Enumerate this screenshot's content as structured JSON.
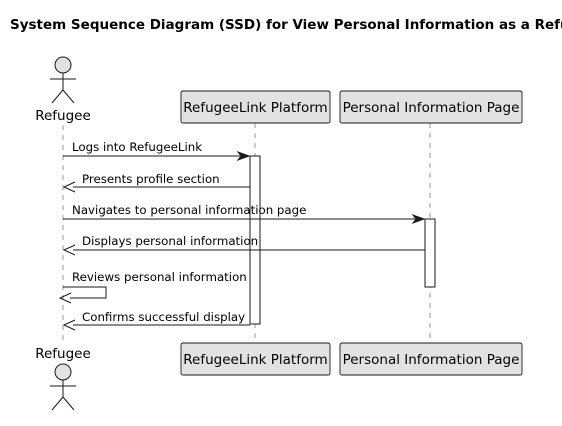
{
  "title": "System Sequence Diagram (SSD) for View Personal Information as a Refugee",
  "participants": [
    {
      "id": "refugee",
      "label": "Refugee",
      "kind": "actor"
    },
    {
      "id": "platform",
      "label": "RefugeeLink Platform",
      "kind": "participant"
    },
    {
      "id": "page",
      "label": "Personal Information Page",
      "kind": "participant"
    }
  ],
  "messages": [
    {
      "from": "refugee",
      "to": "platform",
      "label": "Logs into RefugeeLink"
    },
    {
      "from": "platform",
      "to": "refugee",
      "label": "Presents profile section"
    },
    {
      "from": "refugee",
      "to": "page",
      "label": "Navigates to personal information page"
    },
    {
      "from": "page",
      "to": "refugee",
      "label": "Displays personal information"
    },
    {
      "from": "refugee",
      "to": "refugee",
      "label": "Reviews personal information"
    },
    {
      "from": "platform",
      "to": "refugee",
      "label": "Confirms successful display"
    }
  ],
  "colors": {
    "box_fill": "#e2e2e2",
    "line": "#1a1a1a",
    "lifeline": "#9a9a9a"
  }
}
